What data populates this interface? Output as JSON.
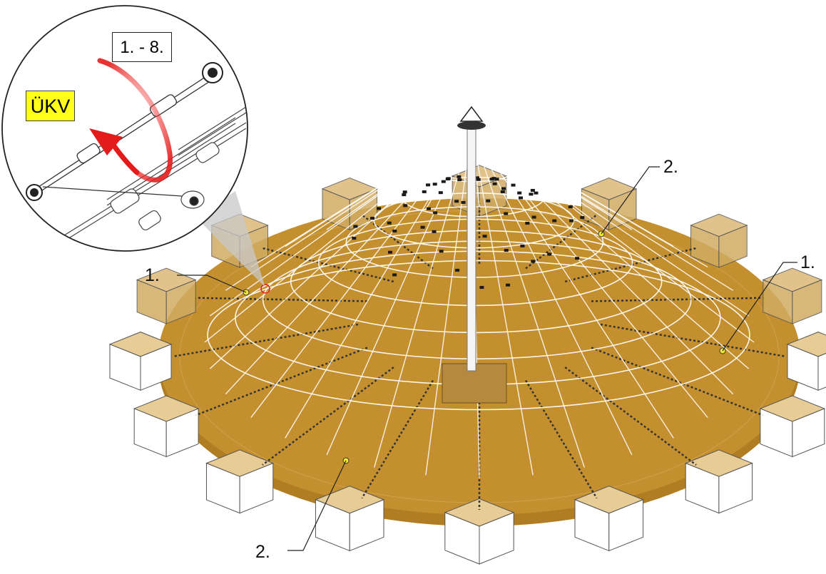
{
  "figure": {
    "detail_step_label": "1. - 8.",
    "detail_tag": "ÜKV",
    "callouts": [
      {
        "id": "1-left",
        "text": "1."
      },
      {
        "id": "1-right",
        "text": "1."
      },
      {
        "id": "2-top",
        "text": "2."
      },
      {
        "id": "2-bottom",
        "text": "2."
      }
    ],
    "colors": {
      "base": "#c4902f",
      "base_edge": "#b07d22",
      "net_rope": "#ffffff",
      "marker": "#f4ea2c",
      "arrow": "#e41b1b",
      "tag_bg": "#ffff1a"
    },
    "icons": [
      "rotation-arrow-icon",
      "shackle-icon",
      "turnbuckle-icon"
    ]
  }
}
